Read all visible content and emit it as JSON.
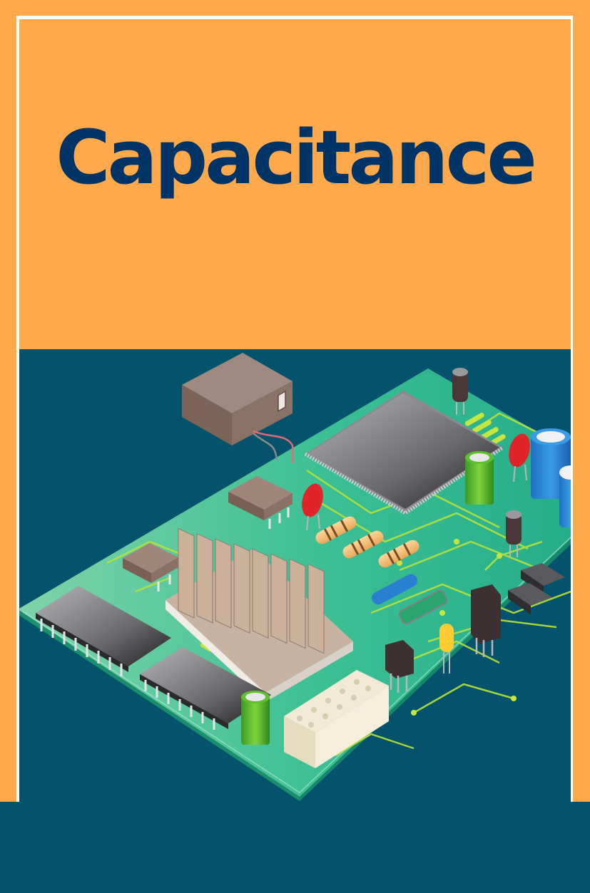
{
  "cover": {
    "title": "Capacitance",
    "colors": {
      "orange": "#ffa94d",
      "navy_title": "#003366",
      "teal_background": "#04526b",
      "frame_border": "#ffffff",
      "pcb_green": "#2bb58d"
    },
    "illustration": {
      "subject": "isometric-printed-circuit-board",
      "components": [
        "power-supply-box",
        "microprocessor-chip",
        "heat-sink",
        "ic-chip",
        "ic-chip",
        "small-ic-package",
        "small-ic-package",
        "electrolytic-capacitor-green",
        "electrolytic-capacitor-green",
        "electrolytic-capacitor-blue",
        "electrolytic-capacitor-blue",
        "ceramic-capacitor-red",
        "ceramic-capacitor-red",
        "resistor",
        "resistor",
        "resistor",
        "blue-resistor",
        "green-inductor",
        "transistor",
        "transistor",
        "voltage-regulator",
        "voltage-regulator",
        "yellow-led",
        "pin-header-connector",
        "smd-component",
        "smd-component"
      ]
    }
  }
}
